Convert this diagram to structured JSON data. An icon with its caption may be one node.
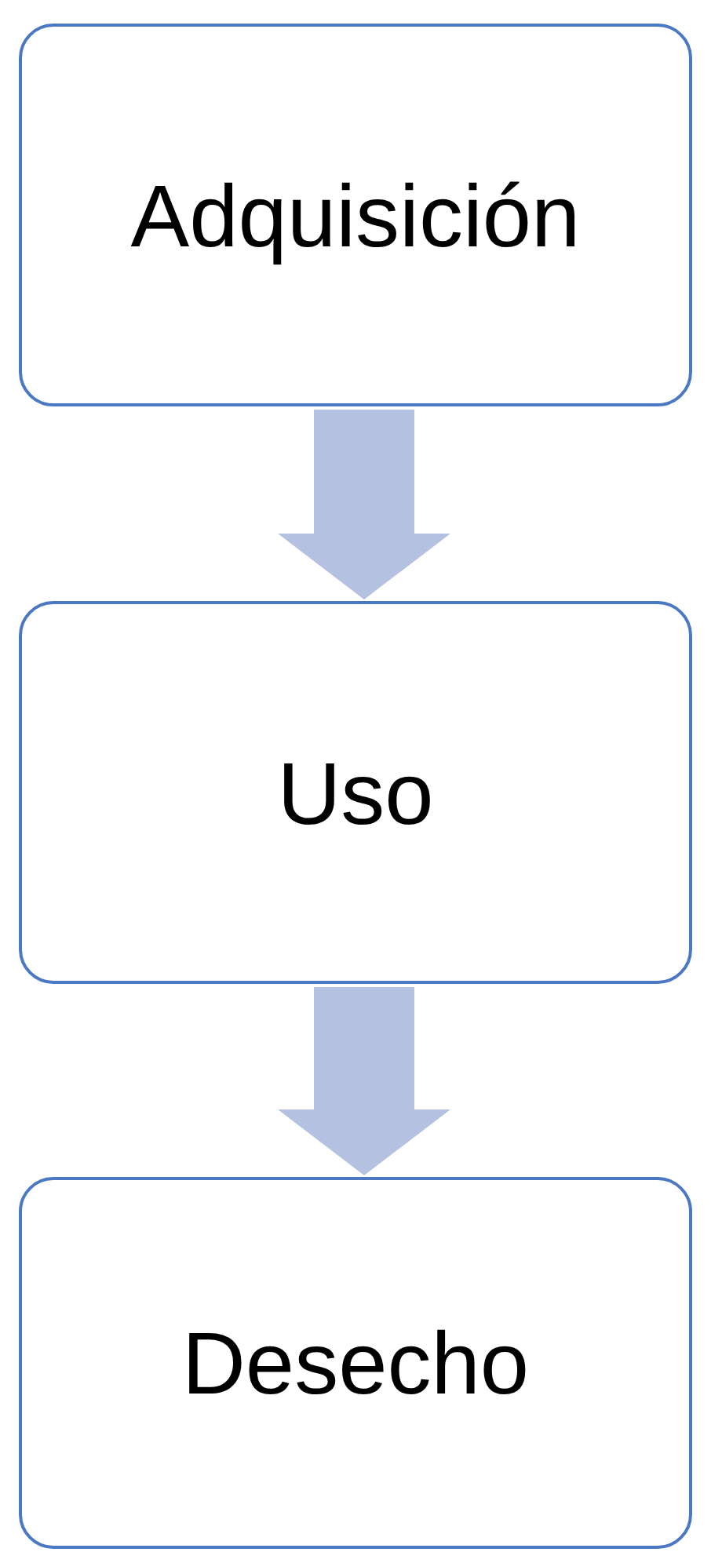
{
  "diagram": {
    "nodes": [
      {
        "text": [
          "Adquisición"
        ]
      },
      {
        "text": [
          "Uso"
        ]
      },
      {
        "text": [
          "Desecho"
        ]
      }
    ],
    "edges": [
      {
        "from": 0,
        "to": 1,
        "arrow": "to"
      },
      {
        "from": 1,
        "to": 2,
        "arrow": "to"
      }
    ]
  }
}
